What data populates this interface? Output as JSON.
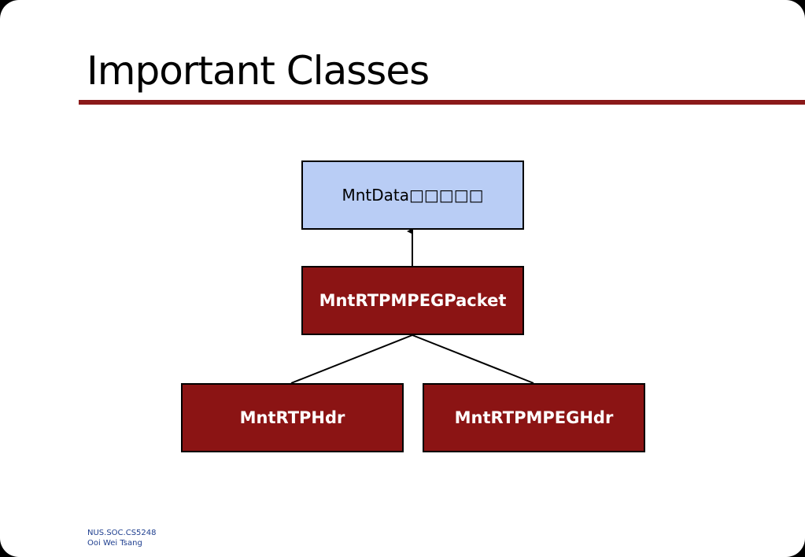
{
  "slide": {
    "title": "Important Classes",
    "footer": {
      "line1": "NUS.SOC.CS5248",
      "line2": "Ooi Wei Tsang"
    }
  },
  "diagram": {
    "nodes": {
      "base": {
        "label": "MntData□□□□□"
      },
      "packet": {
        "label": "MntRTPMPEGPacket"
      },
      "hdr": {
        "label": "MntRTPHdr"
      },
      "mpeghdr": {
        "label": "MntRTPMPEGHdr"
      }
    },
    "edges": [
      {
        "from": "packet",
        "to": "base",
        "type": "inheritance-arrow"
      },
      {
        "from": "packet",
        "to": "hdr",
        "type": "line"
      },
      {
        "from": "packet",
        "to": "mpeghdr",
        "type": "line"
      }
    ]
  },
  "colors": {
    "title_rule": "#8b1a1a",
    "base_box_fill": "#b9cdf5",
    "class_box_fill": "#8b1414",
    "footer_text": "#1f3f8f"
  }
}
